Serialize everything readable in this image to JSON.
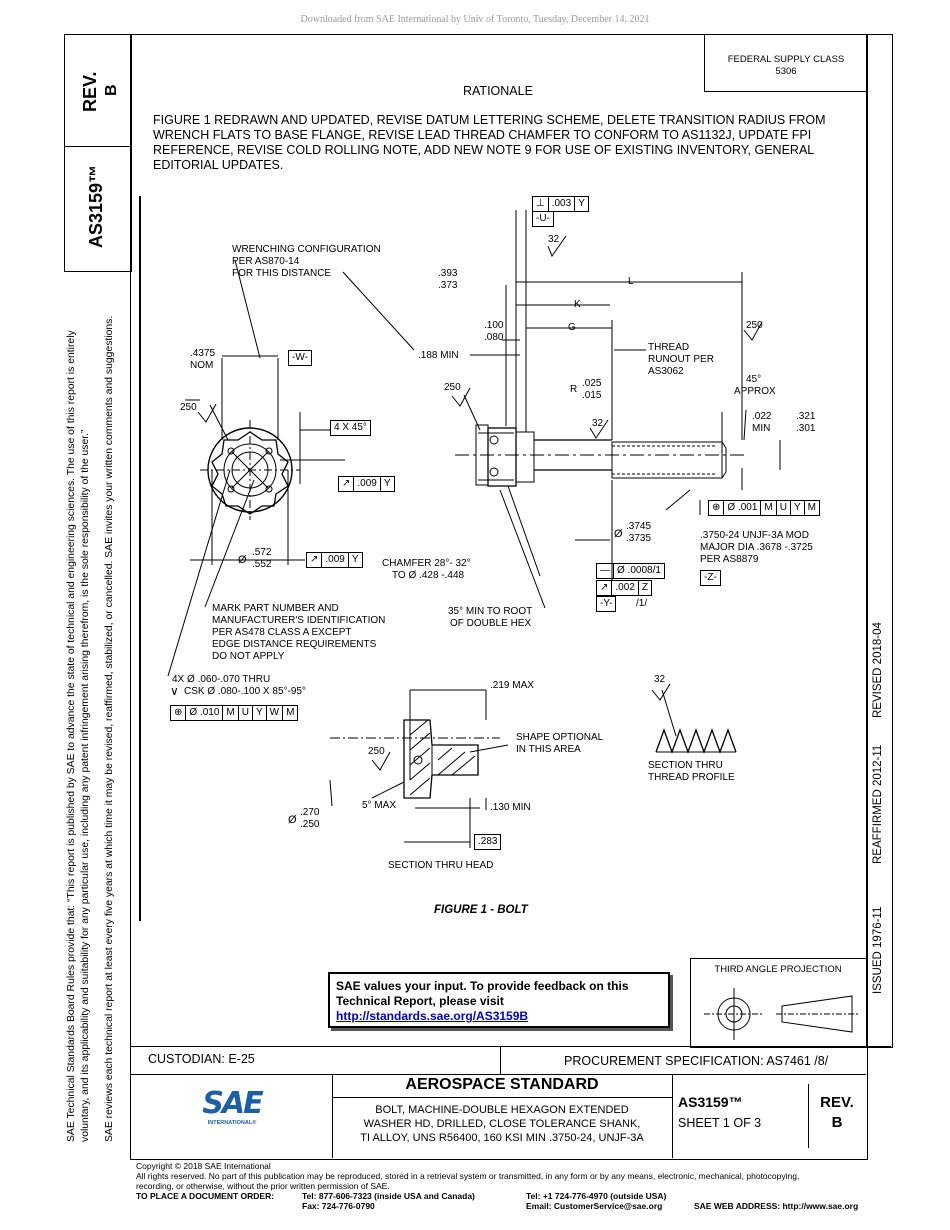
{
  "download_notice": "Downloaded from SAE International by Univ of Toronto, Tuesday, December 14, 2021",
  "sidebar": {
    "rev_label": "REV.",
    "rev_value": "B",
    "doc_number": "AS3159™",
    "policy_line1": "SAE Technical Standards Board Rules provide that: “This report is published by SAE to advance the state of technical and engineering sciences. The use of this report is entirely",
    "policy_line2": "voluntary, and its applicability and suitability for any particular use, including any patent infringement arising therefrom, is the sole responsibility of the user.”",
    "policy_line3": "SAE reviews each technical report at least every five years at which time it may be revised, reaffirmed, stabilized, or cancelled. SAE invites your written comments and suggestions."
  },
  "right_strip": {
    "issued": "ISSUED 1976-11",
    "reaffirmed": "REAFFIRMED 2012-11",
    "revised": "REVISED 2018-04"
  },
  "federal_supply": {
    "line1": "FEDERAL SUPPLY CLASS",
    "line2": "5306"
  },
  "rationale": {
    "title": "RATIONALE",
    "line1": "FIGURE 1 REDRAWN AND UPDATED, REVISE DATUM LETTERING SCHEME, DELETE TRANSITION RADIUS FROM",
    "line2": "WRENCH FLATS TO BASE FLANGE, REVISE LEAD THREAD CHAMFER TO CONFORM TO AS1132J, UPDATE FPI",
    "line3": "REFERENCE, REVISE COLD ROLLING NOTE, ADD NEW NOTE 9 FOR USE OF EXISTING INVENTORY, GENERAL",
    "line4": "EDITORIAL UPDATES."
  },
  "drawing": {
    "wrenching1": "WRENCHING CONFIGURATION",
    "wrenching2": "PER AS870-14",
    "wrenching3": "FOR THIS DISTANCE",
    "nom_val": ".4375",
    "nom": "NOM",
    "datum_w": "-W-",
    "r250": "250",
    "four_x_45": "4 X 45°",
    "fc_009_a": ".009",
    "fc_y_a": "Y",
    "d572": ".572",
    "d552": ".552",
    "fc_009_b": ".009",
    "fc_y_b": "Y",
    "phi": "Ø",
    "d393": ".393",
    "d373": ".373",
    "d100": ".100",
    "d080": ".080",
    "min188": ".188 MIN",
    "r025": ".025",
    "r015": ".015",
    "r_label": "R",
    "perp_003": ".003",
    "perp_y": "Y",
    "datum_u": "-U-",
    "finish32": "32",
    "dim_l": "L",
    "dim_k": "K",
    "dim_g": "G",
    "thread1": "THREAD",
    "thread2": "RUNOUT PER",
    "thread3": "AS3062",
    "angle45": "45°",
    "approx": "APPROX",
    "d022": ".022",
    "min": "MIN",
    "d321": ".321",
    "d301": ".301",
    "pos_001": "Ø .001",
    "fc_m": "M",
    "fc_u": "U",
    "fc_y": "Y",
    "d3745": ".3745",
    "d3735": ".3735",
    "thread_spec1": ".3750-24 UNJF-3A MOD",
    "thread_spec2": "MAJOR DIA .3678 -.3725",
    "thread_spec3": "PER AS8879",
    "datum_z": "-Z-",
    "chamfer1": "CHAMFER 28°- 32°",
    "chamfer2": "TO Ø .428 -.448",
    "straight_0008": "Ø .0008/1",
    "runout_002": ".002",
    "runout_z": "Z",
    "datum_y": "-Y-",
    "slash1": "/1/",
    "root1": "35° MIN TO ROOT",
    "root2": "OF DOUBLE HEX",
    "mark1": "MARK PART NUMBER AND",
    "mark2": "MANUFACTURER'S IDENTIFICATION",
    "mark3": "PER AS478 CLASS A EXCEPT",
    "mark4": "EDGE DISTANCE REQUIREMENTS",
    "mark5": "DO NOT APPLY",
    "hole1": "4X Ø .060-.070 THRU",
    "hole2": "CSK Ø .080-.100 X 85°-95°",
    "pos_010": "Ø .010",
    "fc_w": "W",
    "max219": ".219 MAX",
    "shape1": "SHAPE OPTIONAL",
    "shape2": "IN THIS AREA",
    "section_thread1": "SECTION THRU",
    "section_thread2": "THREAD PROFILE",
    "max5": "5° MAX",
    "min130": ".130 MIN",
    "d270": ".270",
    "d250": ".250",
    "d283": ".283",
    "section_head": "SECTION THRU HEAD",
    "figure_caption": "FIGURE 1 - BOLT"
  },
  "feedback": {
    "line1": "SAE values your input. To provide feedback on this",
    "line2": "Technical Report, please visit",
    "link": "http://standards.sae.org/AS3159B"
  },
  "projection": {
    "title": "THIRD ANGLE PROJECTION"
  },
  "title_block": {
    "custodian": "CUSTODIAN: E-25",
    "procurement": "PROCUREMENT SPECIFICATION: AS7461 /8/",
    "standard": "AEROSPACE STANDARD",
    "desc1": "BOLT, MACHINE-DOUBLE HEXAGON EXTENDED",
    "desc2": "WASHER HD, DRILLED, CLOSE TOLERANCE SHANK,",
    "desc3": "TI ALLOY, UNS R56400, 160 KSI MIN .3750-24, UNJF-3A",
    "doc": "AS3159™",
    "sheet": "SHEET 1 OF 3",
    "rev_label": "REV.",
    "rev_value": "B",
    "logo_text": "SAE",
    "logo_sub": "INTERNATIONAL®"
  },
  "footer": {
    "copyright": "Copyright © 2018 SAE International",
    "rights1": "All rights reserved. No part of this publication may be reproduced, stored in a retrieval system or transmitted, in any form or by any means, electronic, mechanical, photocopying,",
    "rights2": "recording, or otherwise, without the prior written permission of SAE.",
    "order_label": "TO PLACE A DOCUMENT ORDER:",
    "tel_usa": "Tel:  877-606-7323 (inside USA and Canada)",
    "fax": "Fax: 724-776-0790",
    "tel_intl": "Tel:   +1 724-776-4970 (outside USA)",
    "email": "Email:  CustomerService@sae.org",
    "web": "SAE WEB ADDRESS: http://www.sae.org"
  }
}
